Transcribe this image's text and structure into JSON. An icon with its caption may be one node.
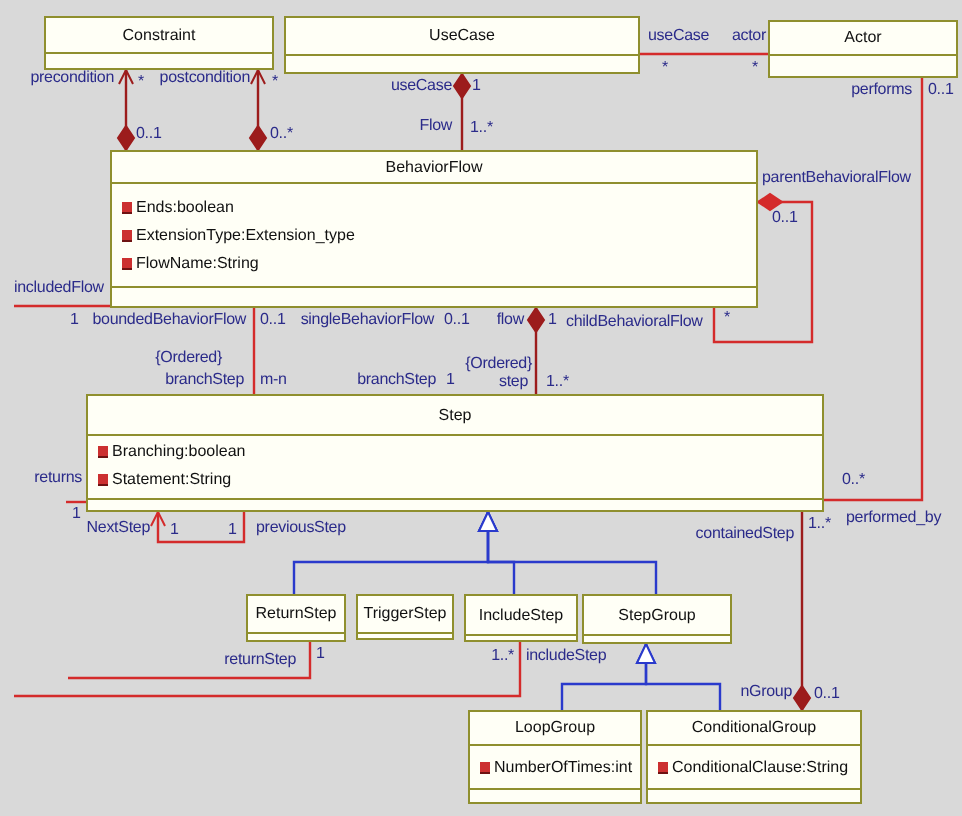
{
  "diagram": {
    "nodes": [
      {
        "text": [
          "Constraint"
        ]
      },
      {
        "text": [
          "UseCase"
        ]
      },
      {
        "text": [
          "Actor"
        ]
      },
      {
        "text": [
          "BehaviorFlow",
          "Ends:boolean",
          "ExtensionType:Extension_type",
          "FlowName:String"
        ]
      },
      {
        "text": [
          "Step",
          "Branching:boolean",
          "Statement:String"
        ]
      },
      {
        "text": [
          "ReturnStep"
        ]
      },
      {
        "text": [
          "TriggerStep"
        ]
      },
      {
        "text": [
          "IncludeStep"
        ]
      },
      {
        "text": [
          "StepGroup"
        ]
      },
      {
        "text": [
          "LoopGroup",
          "NumberOfTimes:int"
        ]
      },
      {
        "text": [
          "ConditionalGroup",
          "ConditionalClause:String"
        ]
      }
    ],
    "edges": [
      {
        "from": 3,
        "to": 0,
        "arrow": "to",
        "color": "#9c1c1c"
      },
      {
        "from": 3,
        "to": 0,
        "arrow": "to",
        "color": "#9c1c1c"
      },
      {
        "from": 1,
        "to": 3,
        "arrow": "other",
        "color": "#9c1c1c"
      },
      {
        "from": 1,
        "to": 2,
        "arrow": "none"
      },
      {
        "from": 2,
        "to": 4,
        "arrow": "none"
      },
      {
        "from": 3,
        "to": 3,
        "arrow": "other"
      },
      {
        "from": 3,
        "to": null,
        "arrow": "none",
        "label": "includedFlow"
      },
      {
        "from": 3,
        "to": 4,
        "arrow": "none"
      },
      {
        "from": 3,
        "to": 4,
        "arrow": "other",
        "color": "#9c1c1c"
      },
      {
        "from": 4,
        "to": null,
        "arrow": "none",
        "label": "1"
      },
      {
        "from": 4,
        "to": 4,
        "arrow": "to"
      },
      {
        "from": 10,
        "to": 4,
        "arrow": "other",
        "color": "#9c1c1c"
      },
      {
        "from": 5,
        "to": 4,
        "arrow": "to",
        "color": "#2a3acc"
      },
      {
        "from": 7,
        "to": 4,
        "arrow": "to",
        "color": "#2a3acc"
      },
      {
        "from": 8,
        "to": 4,
        "arrow": "to",
        "color": "#2a3acc"
      },
      {
        "from": 9,
        "to": 8,
        "arrow": "to",
        "color": "#2a3acc"
      },
      {
        "from": 10,
        "to": 8,
        "arrow": "to",
        "color": "#2a3acc"
      },
      {
        "from": 5,
        "to": null,
        "arrow": "none"
      },
      {
        "from": 7,
        "to": null,
        "arrow": "none"
      }
    ],
    "labels": [
      "useCase",
      "actor",
      "*",
      "*",
      "precondition",
      "*",
      "postcondition",
      "*",
      "useCase",
      "1",
      "performs",
      "0..1",
      "0..1",
      "0..*",
      "Flow",
      "1..*",
      "parentBehavioralFlow",
      "0..1",
      "1",
      "boundedBehaviorFlow",
      "0..1",
      "singleBehaviorFlow",
      "0..1",
      "flow",
      "1",
      "childBehavioralFlow",
      "*",
      "{Ordered}",
      "{Ordered}",
      "branchStep",
      "m-n",
      "branchStep",
      "1",
      "step",
      "1..*",
      "returns",
      "0..*",
      "NextStep",
      "1",
      "1",
      "previousStep",
      "containedStep",
      "1..*",
      "performed_by",
      "returnStep",
      "1",
      "1..*",
      "includeStep",
      "nGroup",
      "0..1"
    ]
  }
}
